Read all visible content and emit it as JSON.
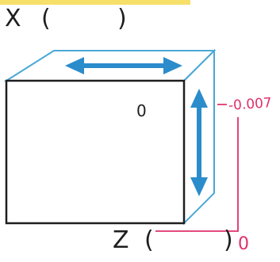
{
  "axis_x": {
    "letter": "X",
    "open_paren": "(",
    "close_paren": ")"
  },
  "axis_z": {
    "letter": "Z",
    "open_paren": "(",
    "close_paren": ")"
  },
  "front_face_value": "0",
  "handwritten": {
    "right_value": "-0.007",
    "bottom_value": "0"
  },
  "colors": {
    "cube_outline": "#4aa8d6",
    "arrows": "#2b8ccc",
    "front_outline": "#1e1e1e",
    "handwriting": "#e0306a",
    "highlight": "#f6e06a"
  }
}
